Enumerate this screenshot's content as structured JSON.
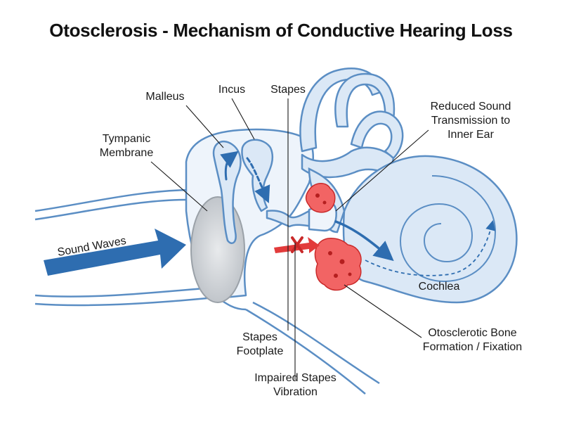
{
  "title": "Otosclerosis - Mechanism of Conductive Hearing Loss",
  "labels": {
    "malleus": "Malleus",
    "incus": "Incus",
    "stapes": "Stapes",
    "tympanic_1": "Tympanic",
    "tympanic_2": "Membrane",
    "reduced_1": "Reduced Sound",
    "reduced_2": "Transmission to",
    "reduced_3": "Inner Ear",
    "sound_waves": "Sound Waves",
    "cochlea": "Cochlea",
    "footplate_1": "Stapes",
    "footplate_2": "Footplate",
    "impaired_1": "Impaired Stapes",
    "impaired_2": "Vibration",
    "oto_1": "Otosclerotic Bone",
    "oto_2": "Formation / Fixation"
  },
  "colors": {
    "outline": "#5b8ec4",
    "fill": "#dbe8f6",
    "arrow": "#2e6db0",
    "otosclerosis": "#e23b3b",
    "membrane": "#c9cdd2"
  }
}
